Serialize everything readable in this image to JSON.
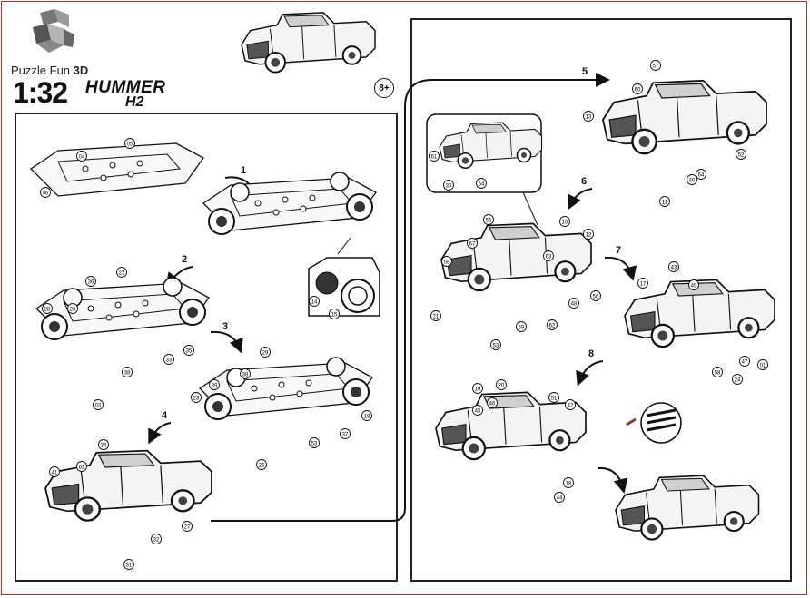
{
  "brand": {
    "prefix": "Puzzle Fun",
    "suffix": "3D"
  },
  "model": {
    "scale": "1:32",
    "name": "HUMMER",
    "sub": "H2",
    "age": "8+"
  },
  "steps": [
    "1",
    "2",
    "3",
    "4",
    "5",
    "6",
    "7",
    "8"
  ],
  "part_numbers": {
    "s1": [
      "04",
      "05",
      "06"
    ],
    "s1b": [
      "14",
      "15"
    ],
    "s2": [
      "22",
      "36",
      "28",
      "26",
      "35",
      "33",
      "38",
      "03"
    ],
    "s3": [
      "29",
      "39",
      "38",
      "23",
      "18",
      "37",
      "53",
      "25"
    ],
    "s4": [
      "34",
      "41",
      "62",
      "27",
      "32",
      "31"
    ],
    "s5": [
      "57",
      "60",
      "13",
      "64",
      "40",
      "52",
      "11"
    ],
    "s5b": [
      "61",
      "30",
      "54"
    ],
    "s6": [
      "10",
      "12",
      "55",
      "67",
      "63",
      "56",
      "48",
      "59",
      "62",
      "53",
      "21",
      "58"
    ],
    "s7": [
      "17",
      "43",
      "49",
      "24",
      "47",
      "01",
      "58"
    ],
    "s8": [
      "20",
      "19",
      "46",
      "45",
      "51",
      "42",
      "18",
      "44"
    ]
  }
}
